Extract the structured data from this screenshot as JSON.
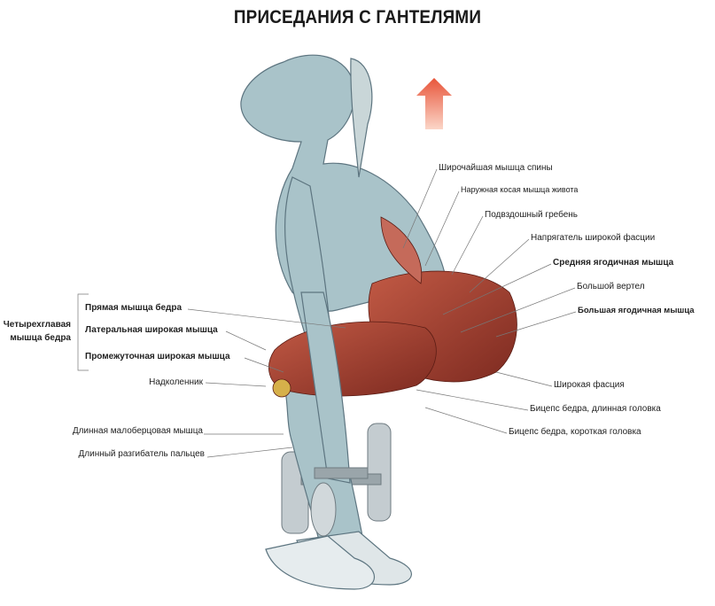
{
  "title": "ПРИСЕДАНИЯ С ГАНТЕЛЯМИ",
  "labels_right": [
    "Широчайшая мышца спины",
    "Наружная косая мышца живота",
    "Подвздошный гребень",
    "Напрягатель широкой фасции",
    "Средняя ягодичная мышца",
    "Большой вертел",
    "Большая ягодичная мышца",
    "Широкая фасция",
    "Бицепс бедра, длинная головка",
    "Бицепс бедра, короткая головка"
  ],
  "quadriceps_group": {
    "name_line1": "Четырехглавая",
    "name_line2": "мышца бедра",
    "parts": [
      "Прямая мышца бедра",
      "Латеральная широкая мышца",
      "Промежуточная широкая мышца"
    ]
  },
  "labels_left": [
    "Надколенник",
    "Длинная малоберцовая мышца",
    "Длинный разгибатель пальцев"
  ],
  "colors": {
    "body": "#a9c3c9",
    "muscle": "#a8402f",
    "arrow": "#e8553a"
  }
}
